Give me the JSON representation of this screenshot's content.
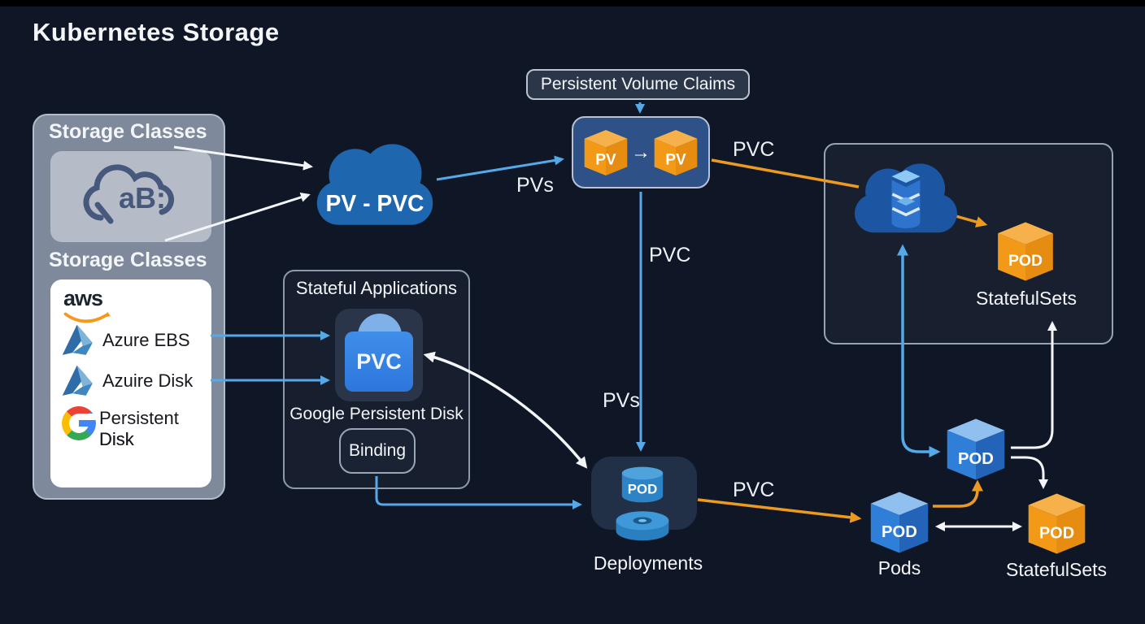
{
  "title": "Kubernetes Storage",
  "colors": {
    "background": "#0f1726",
    "accent_blue": "#55a9e8",
    "accent_orange": "#ec9a20",
    "panel_grey": "#8894a6",
    "cloud_blue": "#1e66ad",
    "box_blue": "#2e5187",
    "cube_orange": "#f29a18",
    "cube_blue": "#2f7fd9"
  },
  "storage_panel": {
    "title": "Storage Classes",
    "subtitle": "Storage Classes",
    "cloud_icon": {
      "label": "aB:",
      "icon": "cloud-ab-icon"
    },
    "providers": [
      {
        "label": "aws",
        "icon": "aws-logo"
      },
      {
        "label": "Azure EBS",
        "icon": "azure-icon"
      },
      {
        "label": "Azuire Disk",
        "icon": "azure-icon"
      },
      {
        "label_line1": "Persistent Disk",
        "label_line2": "Disk",
        "icon": "google-icon"
      }
    ]
  },
  "pv_pvc_cloud": {
    "label": "PV - PVC"
  },
  "pvc_header_pill": {
    "label": "Persistent Volume Claims"
  },
  "pv_box": {
    "cube_left": "PV",
    "cube_right": "PV",
    "arrow": "→"
  },
  "edge_labels": {
    "pvs_top": "PVs",
    "pvc_top_right": "PVC",
    "pvc_vertical": "PVC",
    "pvs_vertical": "PVs",
    "pvc_bottom": "PVC"
  },
  "stateful_applications": {
    "title": "Stateful Applications",
    "pvc_icon_label": "PVC",
    "subtitle": "Google Persistent Disk",
    "binding_label": "Binding"
  },
  "statefulsets_panel": {
    "pod_cube": "POD",
    "caption": "StatefulSets"
  },
  "deployments": {
    "pod_label": "POD",
    "caption": "Deployments"
  },
  "pods_group": {
    "top_pod": "POD",
    "left_pod": "POD",
    "right_pod": "POD",
    "left_caption": "Pods",
    "right_caption": "StatefulSets"
  }
}
